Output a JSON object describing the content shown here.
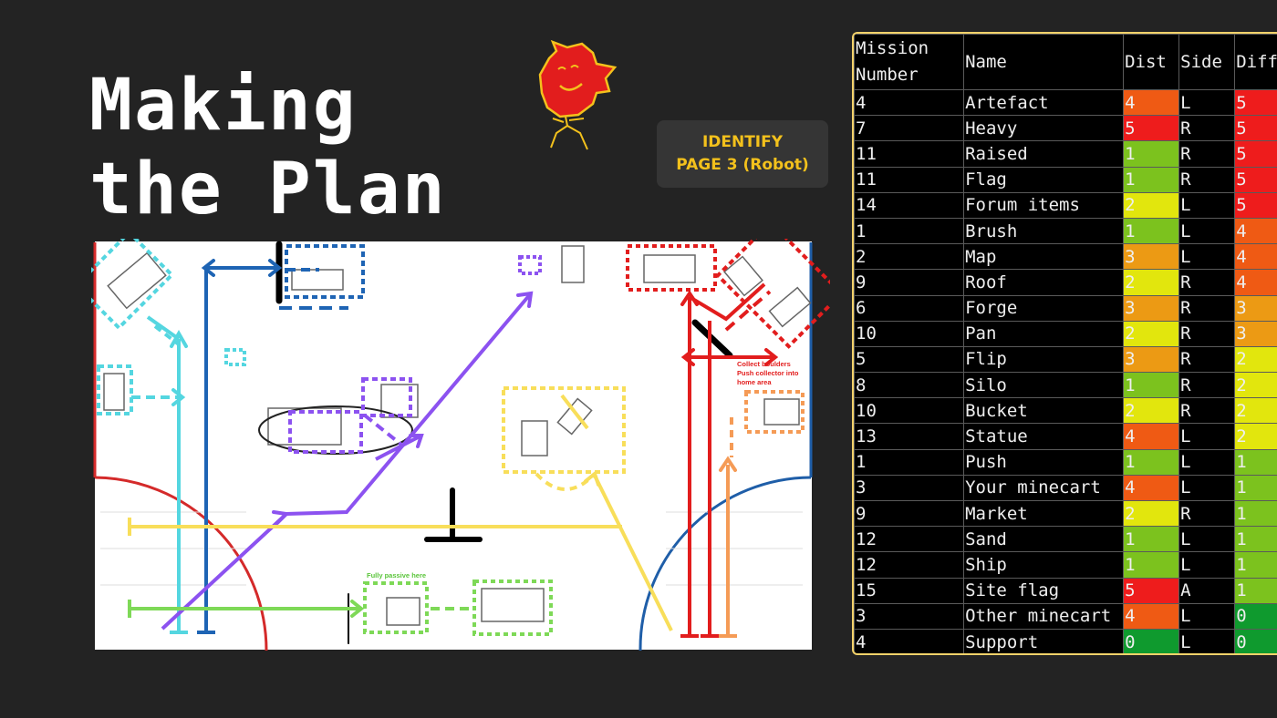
{
  "slide": {
    "title_line1": "Making",
    "title_line2": "the Plan",
    "badge_line1": "IDENTIFY",
    "badge_line2": "PAGE 3 (Robot)"
  },
  "board": {
    "note_collect_line1": "Collect boulders",
    "note_collect_line2": "Push collector into",
    "note_collect_line3": "home area",
    "note_passive": "Fully passive here"
  },
  "table": {
    "headers": [
      "Mission\nNumber",
      "Name",
      "Dist",
      "Side",
      "Diff"
    ],
    "rows": [
      {
        "num": "4",
        "name": "Artefact",
        "dist": "4",
        "side": "L",
        "diff": "5"
      },
      {
        "num": "7",
        "name": "Heavy",
        "dist": "5",
        "side": "R",
        "diff": "5"
      },
      {
        "num": "11",
        "name": "Raised",
        "dist": "1",
        "side": "R",
        "diff": "5"
      },
      {
        "num": "11",
        "name": "Flag",
        "dist": "1",
        "side": "R",
        "diff": "5"
      },
      {
        "num": "14",
        "name": "Forum items",
        "dist": "2",
        "side": "L",
        "diff": "5"
      },
      {
        "num": "1",
        "name": "Brush",
        "dist": "1",
        "side": "L",
        "diff": "4"
      },
      {
        "num": "2",
        "name": "Map",
        "dist": "3",
        "side": "L",
        "diff": "4"
      },
      {
        "num": "9",
        "name": "Roof",
        "dist": "2",
        "side": "R",
        "diff": "4"
      },
      {
        "num": "6",
        "name": "Forge",
        "dist": "3",
        "side": "R",
        "diff": "3"
      },
      {
        "num": "10",
        "name": "Pan",
        "dist": "2",
        "side": "R",
        "diff": "3"
      },
      {
        "num": "5",
        "name": "Flip",
        "dist": "3",
        "side": "R",
        "diff": "2"
      },
      {
        "num": "8",
        "name": "Silo",
        "dist": "1",
        "side": "R",
        "diff": "2"
      },
      {
        "num": "10",
        "name": "Bucket",
        "dist": "2",
        "side": "R",
        "diff": "2"
      },
      {
        "num": "13",
        "name": "Statue",
        "dist": "4",
        "side": "L",
        "diff": "2"
      },
      {
        "num": "1",
        "name": "Push",
        "dist": "1",
        "side": "L",
        "diff": "1"
      },
      {
        "num": "3",
        "name": "Your minecart",
        "dist": "4",
        "side": "L",
        "diff": "1"
      },
      {
        "num": "9",
        "name": "Market",
        "dist": "2",
        "side": "R",
        "diff": "1"
      },
      {
        "num": "12",
        "name": "Sand",
        "dist": "1",
        "side": "L",
        "diff": "1"
      },
      {
        "num": "12",
        "name": "Ship",
        "dist": "1",
        "side": "L",
        "diff": "1"
      },
      {
        "num": "15",
        "name": "Site flag",
        "dist": "5",
        "side": "A",
        "diff": "1"
      },
      {
        "num": "3",
        "name": "Other minecart",
        "dist": "4",
        "side": "L",
        "diff": "0"
      },
      {
        "num": "4",
        "name": "Support",
        "dist": "0",
        "side": "L",
        "diff": "0"
      }
    ],
    "scale_colors": {
      "0": "#0f9a2e",
      "1": "#7cc21e",
      "2": "#e2e60d",
      "3": "#ec9a14",
      "4": "#ef5a14",
      "5": "#ee1c1c"
    }
  }
}
